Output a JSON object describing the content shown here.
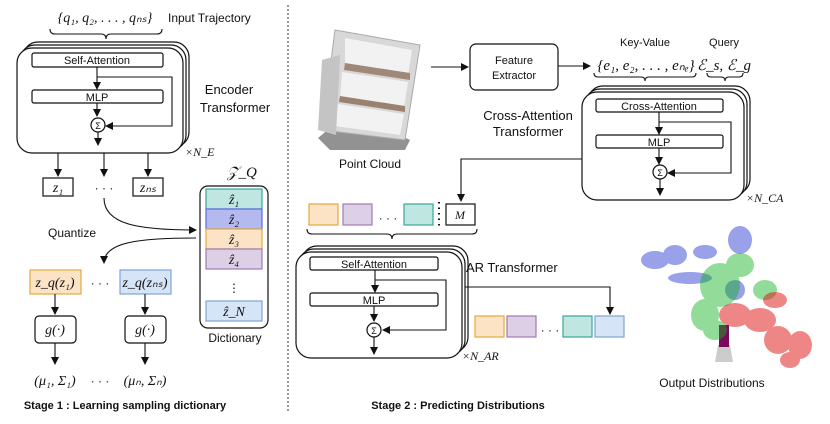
{
  "stage1": {
    "input_set": "{q₁, q₂, . . . , qₙₛ}",
    "input_label": "Input Trajectory",
    "self_attention": "Self-Attention",
    "mlp": "MLP",
    "sum": "Σ",
    "encoder_label_1": "Encoder",
    "encoder_label_2": "Transformer",
    "repeat": "×N_E",
    "z_first": "z₁",
    "z_dots": "· · ·",
    "z_last": "zₙₛ",
    "codebook_symbol": "𝒵_Q",
    "dictionary_entries": [
      {
        "label": "ẑ₁",
        "fill": "#bfe6e0",
        "stroke": "#3aa79b"
      },
      {
        "label": "ẑ₂",
        "fill": "#b4b9ef",
        "stroke": "#5c6be0"
      },
      {
        "label": "ẑ₃",
        "fill": "#fde3c6",
        "stroke": "#e3a93a"
      },
      {
        "label": "ẑ₄",
        "fill": "#ddd0e6",
        "stroke": "#a07bb5"
      },
      {
        "label": "ẑ_N",
        "fill": "#d5e4f7",
        "stroke": "#7fa3d3"
      }
    ],
    "dictionary_label": "Dictionary",
    "quantize_label": "Quantize",
    "zq_first": "z_q(z₁)",
    "zq_last": "z_q(zₙₛ)",
    "g_label": "g(·)",
    "out_first": "(μ₁, Σ₁)",
    "out_dots": "· · ·",
    "out_last": "(μₙ, Σₙ)",
    "caption": "Stage 1 : Learning sampling dictionary"
  },
  "stage2": {
    "point_cloud_label": "Point Cloud",
    "feature_extractor_1": "Feature",
    "feature_extractor_2": "Extractor",
    "key_value_label": "Key-Value",
    "key_value_set": "{e₁, e₂, . . . , eₙₑ}",
    "query_label": "Query",
    "query_set": "ℰ_s, ℰ_g",
    "cross_attention": "Cross-Attention",
    "mlp": "MLP",
    "sum": "Σ",
    "ca_label_1": "Cross-Attention",
    "ca_label_2": "Transformer",
    "ca_repeat": "×N_CA",
    "mask_token": "M",
    "self_attention": "Self-Attention",
    "ar_label": "AR Transformer",
    "ar_repeat": "×N_AR",
    "dots": "· · ·",
    "output_label": "Output Distributions",
    "caption": "Stage 2 : Predicting Distributions"
  },
  "colors": {
    "orange_fill": "#fde3c6",
    "orange_stroke": "#e3a93a",
    "purple_fill": "#ddd0e6",
    "purple_stroke": "#a07bb5",
    "teal_fill": "#bfe6e0",
    "teal_stroke": "#3aa79b",
    "lightblue_fill": "#d5e4f7",
    "lightblue_stroke": "#7fa3d3"
  }
}
